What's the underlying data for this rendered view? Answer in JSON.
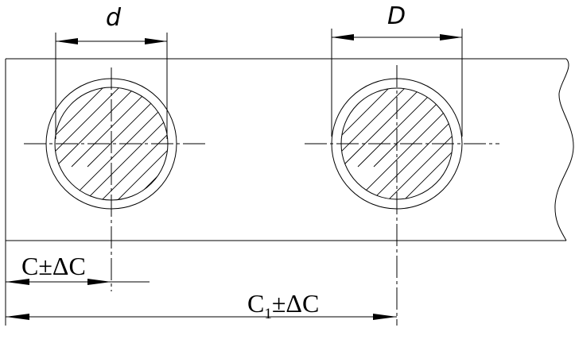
{
  "labels": {
    "small_diameter": "d",
    "large_diameter": "D",
    "offset_c": "C±ΔC",
    "offset_c1_main": "C",
    "offset_c1_sub": "1",
    "offset_c1_tail": "±ΔC"
  }
}
